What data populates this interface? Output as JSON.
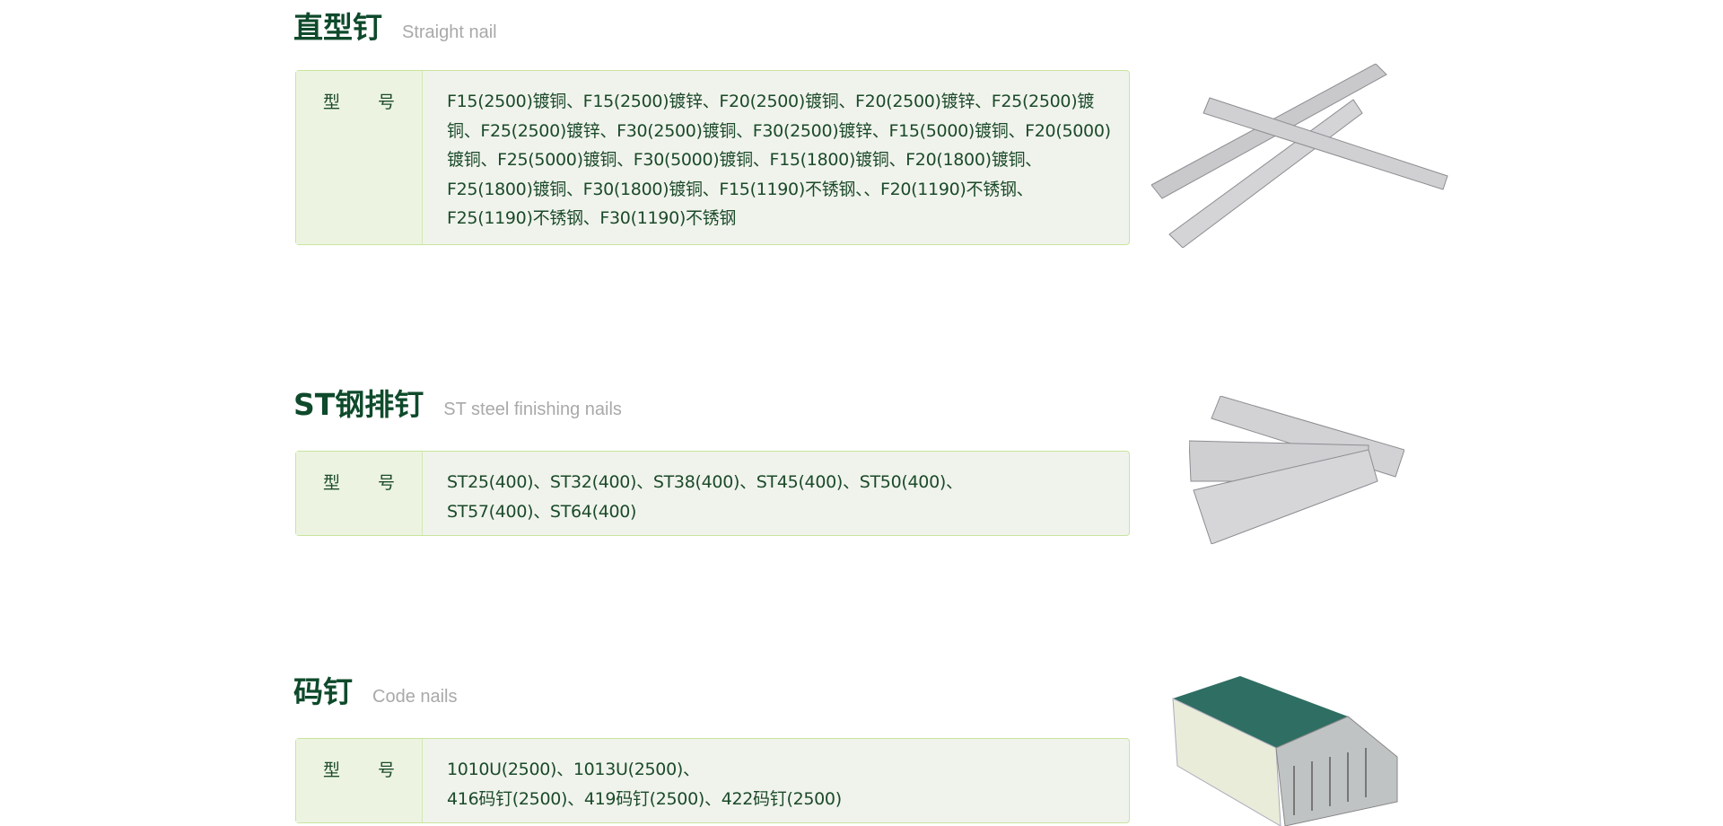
{
  "sections": [
    {
      "title": "直型钉",
      "subtitle": "Straight nail",
      "label_a": "型",
      "label_b": "号",
      "models": "F15(2500)镀铜、F15(2500)镀锌、F20(2500)镀铜、F20(2500)镀锌、F25(2500)镀铜、F25(2500)镀锌、F30(2500)镀铜、F30(2500)镀锌、F15(5000)镀铜、F20(5000)镀铜、F25(5000)镀铜、F30(5000)镀铜、F15(1800)镀铜、F20(1800)镀铜、F25(1800)镀铜、F30(1800)镀铜、F15(1190)不锈钢、、F20(1190)不锈钢、F25(1190)不锈钢、F30(1190)不锈钢"
    },
    {
      "title": "ST钢排钉",
      "subtitle": "ST steel finishing nails",
      "label_a": "型",
      "label_b": "号",
      "models": "ST25(400)、ST32(400)、ST38(400)、ST45(400)、ST50(400)、ST57(400)、ST64(400)"
    },
    {
      "title": "码钉",
      "subtitle": "Code nails",
      "label_a": "型",
      "label_b": "号",
      "models_line1": "1010U(2500)、1013U(2500)、",
      "models_line2": "416码钉(2500)、419码钉(2500)、422码钉(2500)"
    }
  ],
  "colors": {
    "title": "#0e4a2b",
    "subtitle": "#a9a9a9",
    "box_bg": "#f0f3ec",
    "border": "#c9e49c"
  }
}
